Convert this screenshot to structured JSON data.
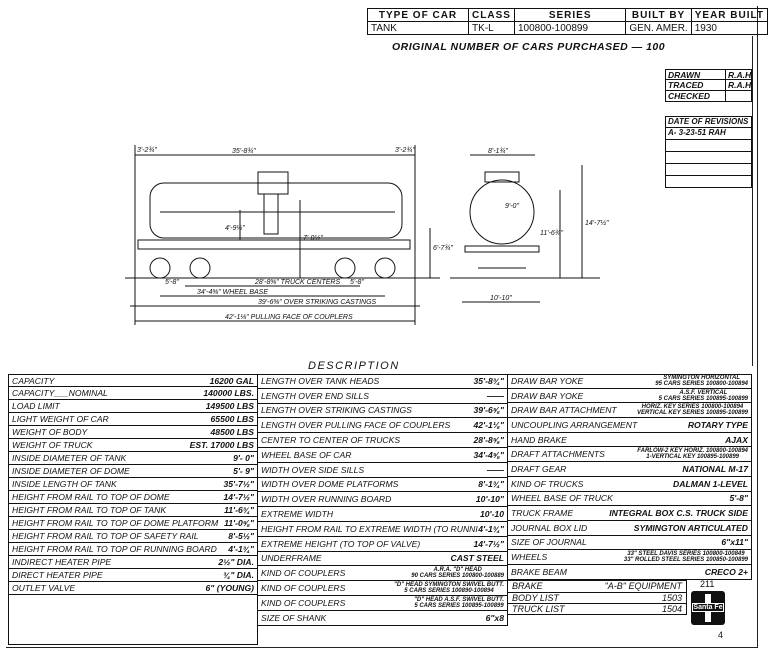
{
  "header": {
    "cols": [
      "TYPE OF CAR",
      "CLASS",
      "SERIES",
      "BUILT BY",
      "YEAR BUILT"
    ],
    "vals": [
      "TANK",
      "TK-L",
      "100800-100899",
      "GEN. AMER.",
      "1930"
    ]
  },
  "original": "ORIGINAL NUMBER OF CARS PURCHASED — 100",
  "approvals": [
    [
      "DRAWN",
      "R.A.H."
    ],
    [
      "TRACED",
      "R.A.H."
    ],
    [
      "CHECKED",
      ""
    ]
  ],
  "revisions": {
    "title": "DATE OF REVISIONS",
    "items": [
      "A- 3-23-51    RAH",
      "",
      "",
      "",
      ""
    ]
  },
  "dims": {
    "tank_heads": "35'-8¾\"",
    "end_l": "3'-2¾\"",
    "end_r": "3'-2¾\"",
    "truck_centers": "28'-8⅝\" TRUCK CENTERS",
    "wheel_base": "34'-4⅝\" WHEEL BASE",
    "striking": "39'-6⅝\" OVER STRIKING CASTINGS",
    "pulling": "42'-1⅛\" PULLING FACE OF COUPLERS",
    "truck_wb_l": "5'-8\"",
    "truck_wb_r": "5'-8\"",
    "h_tank": "7'-0½\"",
    "h_dia": "4'-9½\"",
    "h_coupler": "6'-7¾\"",
    "end_top": "8'-1¾\"",
    "end_width": "10'-10\"",
    "end_h1": "11'-6¾\"",
    "end_h2": "14'-7½\"",
    "end_dia": "9'-0\""
  },
  "description": {
    "title": "DESCRIPTION",
    "col1": [
      [
        "CAPACITY",
        "16200 GAL"
      ],
      [
        "CAPACITY___NOMINAL",
        "140000 LBS."
      ],
      [
        "LOAD LIMIT",
        "149500 LBS"
      ],
      [
        "LIGHT WEIGHT OF CAR",
        "65500 LBS"
      ],
      [
        "WEIGHT OF BODY",
        "48500 LBS"
      ],
      [
        "WEIGHT OF TRUCK",
        "EST. 17000 LBS"
      ],
      [
        "INSIDE DIAMETER OF TANK",
        "9'- 0\""
      ],
      [
        "INSIDE DIAMETER OF DOME",
        "5'- 9\""
      ],
      [
        "INSIDE LENGTH OF TANK",
        "35'-7½\""
      ],
      [
        "HEIGHT FROM RAIL TO TOP OF DOME",
        "14'-7½\""
      ],
      [
        "HEIGHT FROM RAIL TO TOP OF TANK",
        "11'-6¾\""
      ],
      [
        "HEIGHT FROM RAIL TO TOP OF DOME PLATFORM",
        "11'-0⅝\""
      ],
      [
        "HEIGHT FROM RAIL TO TOP OF SAFETY RAIL",
        "8'-5½\""
      ],
      [
        "HEIGHT FROM RAIL TO TOP OF RUNNING BOARD",
        "4'-1¾\""
      ],
      [
        "INDIRECT HEATER PIPE",
        "2½\" DIA."
      ],
      [
        "DIRECT HEATER PIPE",
        "¾\" DIA."
      ],
      [
        "OUTLET VALVE",
        "6\" (YOUNG)"
      ]
    ],
    "col2": [
      [
        "LENGTH OVER TANK HEADS",
        "35'-8¾\""
      ],
      [
        "LENGTH OVER END SILLS",
        "——"
      ],
      [
        "LENGTH OVER STRIKING CASTINGS",
        "39'-6⅝\""
      ],
      [
        "LENGTH OVER PULLING FACE OF COUPLERS",
        "42'-1⅛\""
      ],
      [
        "CENTER TO CENTER OF TRUCKS",
        "28'-8⅝\""
      ],
      [
        "WHEEL BASE OF CAR",
        "34'-4⅝\""
      ],
      [
        "WIDTH OVER SIDE SILLS",
        "——"
      ],
      [
        "WIDTH OVER DOME PLATFORMS",
        "8'-1¾\""
      ],
      [
        "WIDTH OVER RUNNING BOARD",
        "10'-10\""
      ],
      [
        "EXTREME WIDTH",
        "10'-10"
      ],
      [
        "HEIGHT FROM RAIL TO EXTREME WIDTH (TO RUNNING BOARD)",
        "4'-1¾\""
      ],
      [
        "EXTREME HEIGHT (TO TOP OF VALVE)",
        "14'-7½\""
      ],
      [
        "UNDERFRAME",
        "CAST STEEL"
      ],
      [
        "KIND OF COUPLERS",
        "A.R.A. \"D\" HEAD / 90 CARS SERIES 100800-100889"
      ],
      [
        "KIND OF COUPLERS",
        "\"D\" HEAD SYMINGTON SWIVEL BUTT. / 5 CARS SERIES 100890-100894"
      ],
      [
        "KIND OF COUPLERS",
        "\"D\" HEAD A.S.F. SWIVEL BUTT. / 5 CARS SERIES 100895-100899"
      ],
      [
        "SIZE OF SHANK",
        "6\"x8"
      ]
    ],
    "col3": [
      [
        "DRAW BAR YOKE",
        "SYMINGTON HORIZONTAL / 95 CARS SERIES 100800-100894"
      ],
      [
        "DRAW BAR YOKE",
        "A.S.F. VERTICAL / 5 CARS SERIES 100895-100899"
      ],
      [
        "DRAW BAR ATTACHMENT",
        "HORIZ. KEY SERIES 100800-100894 / VERTICAL KEY SERIES 100895-100899"
      ],
      [
        "UNCOUPLING ARRANGEMENT",
        "ROTARY TYPE"
      ],
      [
        "HAND BRAKE",
        "AJAX"
      ],
      [
        "DRAFT ATTACHMENTS",
        "FARLOW-2 KEY HORIZ. 100800-100894 / 1-VERTICAL KEY 100895-100899"
      ],
      [
        "DRAFT GEAR",
        "NATIONAL M-17"
      ],
      [
        "KIND OF TRUCKS",
        "DALMAN 1-LEVEL"
      ],
      [
        "WHEEL BASE OF TRUCK",
        "5'-8\""
      ],
      [
        "TRUCK FRAME",
        "INTEGRAL BOX C.S. TRUCK SIDE"
      ],
      [
        "JOURNAL BOX LID",
        "SYMINGTON ARTICULATED"
      ],
      [
        "SIZE OF JOURNAL",
        "6\"x11\""
      ],
      [
        "WHEELS",
        "33\" STEEL DAVIS SERIES 100800-100849 / 33\" ROLLED STEEL SERIES 100850-100899"
      ],
      [
        "BRAKE BEAM",
        "CRECO 2+"
      ]
    ],
    "brake": [
      [
        "BRAKE",
        "\"A-B\" EQUIPMENT"
      ],
      [
        "BODY LIST",
        "1503"
      ],
      [
        "TRUCK LIST",
        "1504"
      ]
    ]
  },
  "sheet_number": "211",
  "logo": "Santa Fe",
  "page": "4"
}
